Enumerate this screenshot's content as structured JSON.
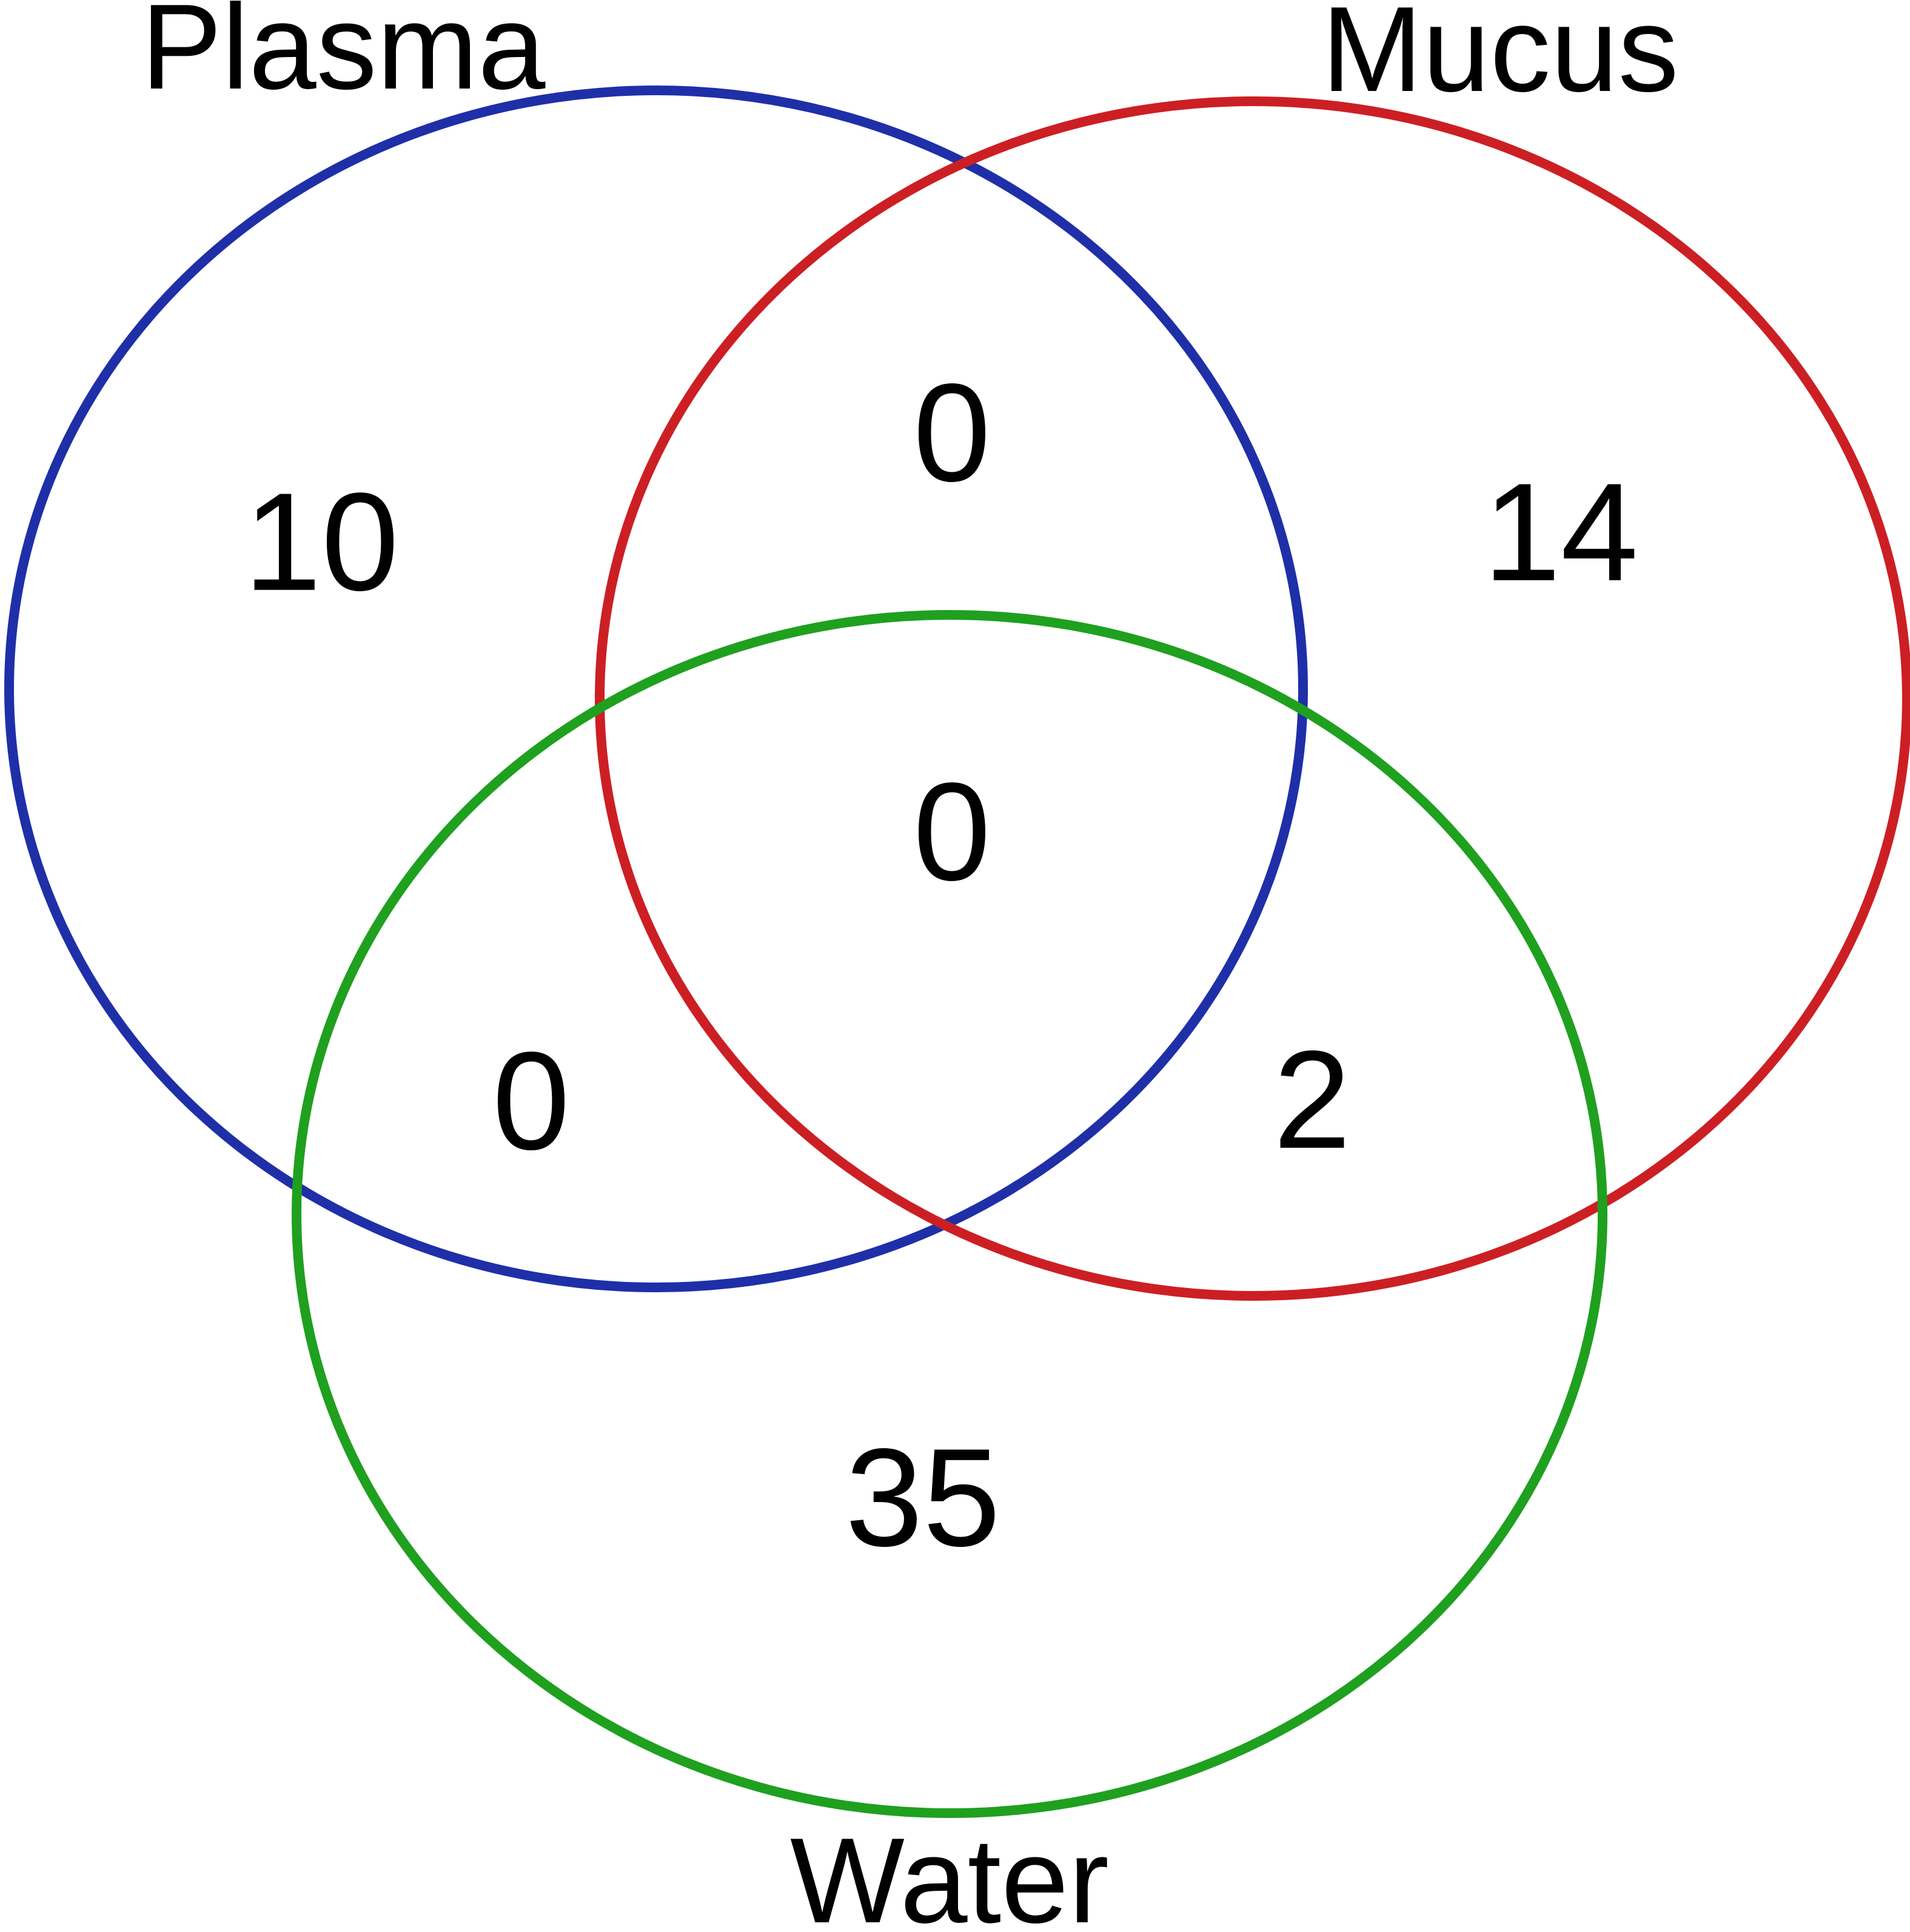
{
  "sets": [
    {
      "id": "plasma",
      "label": "Plasma",
      "color": "#1f2fa8"
    },
    {
      "id": "mucus",
      "label": "Mucus",
      "color": "#cc1f24"
    },
    {
      "id": "water",
      "label": "Water",
      "color": "#1fa01f"
    }
  ],
  "regions": {
    "plasma_only": "10",
    "mucus_only": "14",
    "water_only": "35",
    "plasma_mucus": "0",
    "plasma_water": "0",
    "mucus_water": "2",
    "all_three": "0"
  }
}
